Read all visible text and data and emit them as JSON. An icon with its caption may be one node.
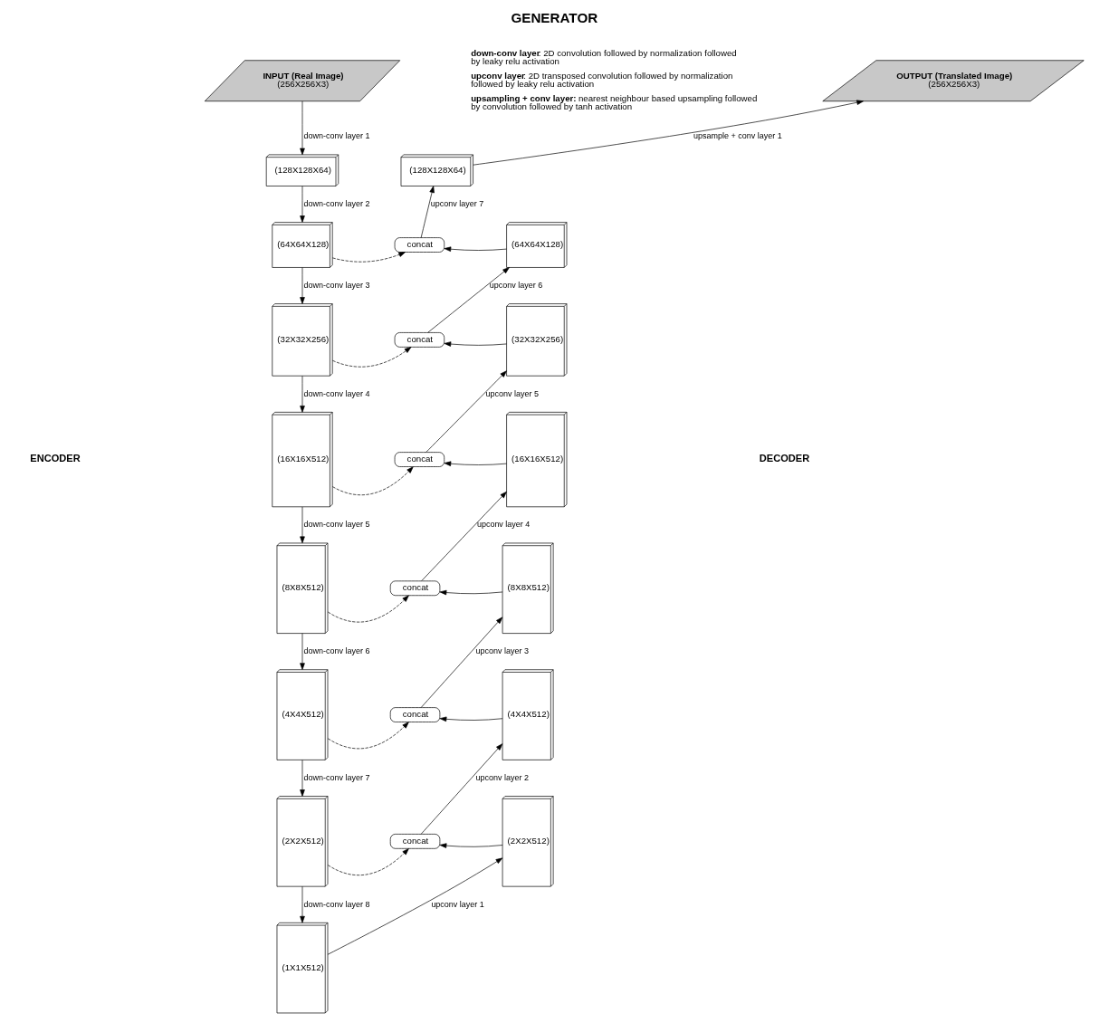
{
  "diagram": {
    "title": "GENERATOR",
    "nodes": [
      {
        "text": [
          "INPUT (Real Image)",
          "(256X256X3)"
        ]
      },
      {
        "text": [
          "(128X128X64)"
        ]
      },
      {
        "text": [
          "(64X64X128)"
        ]
      },
      {
        "text": [
          "(32X32X256)"
        ]
      },
      {
        "text": [
          "(16X16X512)"
        ]
      },
      {
        "text": [
          "(8X8X512)"
        ]
      },
      {
        "text": [
          "(4X4X512)"
        ]
      },
      {
        "text": [
          "(2X2X512)"
        ]
      },
      {
        "text": [
          "(1X1X512)"
        ]
      },
      {
        "text": [
          "(2X2X512)"
        ]
      },
      {
        "text": [
          "concat"
        ]
      },
      {
        "text": [
          "(4X4X512)"
        ]
      },
      {
        "text": [
          "concat"
        ]
      },
      {
        "text": [
          "(8X8X512)"
        ]
      },
      {
        "text": [
          "concat"
        ]
      },
      {
        "text": [
          "(16X16X512)"
        ]
      },
      {
        "text": [
          "concat"
        ]
      },
      {
        "text": [
          "(32X32X256)"
        ]
      },
      {
        "text": [
          "concat"
        ]
      },
      {
        "text": [
          "(64X64X128)"
        ]
      },
      {
        "text": [
          "concat"
        ]
      },
      {
        "text": [
          "(128X128X64)"
        ]
      },
      {
        "text": [
          "OUTPUT (Translated Image)",
          "(256X256X3)"
        ]
      }
    ],
    "edges": [
      {
        "from": 0,
        "to": 1,
        "arrow": "to",
        "label": "down-conv layer 1"
      },
      {
        "from": 1,
        "to": 2,
        "arrow": "to",
        "label": "down-conv layer 2"
      },
      {
        "from": 2,
        "to": 3,
        "arrow": "to",
        "label": "down-conv layer 3"
      },
      {
        "from": 3,
        "to": 4,
        "arrow": "to",
        "label": "down-conv layer 4"
      },
      {
        "from": 4,
        "to": 5,
        "arrow": "to",
        "label": "down-conv layer 5"
      },
      {
        "from": 5,
        "to": 6,
        "arrow": "to",
        "label": "down-conv layer 6"
      },
      {
        "from": 6,
        "to": 7,
        "arrow": "to",
        "label": "down-conv layer 7"
      },
      {
        "from": 7,
        "to": 8,
        "arrow": "to",
        "label": "down-conv layer 8"
      },
      {
        "from": 8,
        "to": 9,
        "arrow": "to",
        "label": "upconv layer 1"
      },
      {
        "from": 9,
        "to": 10,
        "arrow": "to"
      },
      {
        "from": 10,
        "to": 11,
        "arrow": "to",
        "label": "upconv layer 2"
      },
      {
        "from": 11,
        "to": 12,
        "arrow": "to"
      },
      {
        "from": 12,
        "to": 13,
        "arrow": "to",
        "label": "upconv layer 3"
      },
      {
        "from": 13,
        "to": 14,
        "arrow": "to"
      },
      {
        "from": 14,
        "to": 15,
        "arrow": "to",
        "label": "upconv layer 4"
      },
      {
        "from": 15,
        "to": 16,
        "arrow": "to"
      },
      {
        "from": 16,
        "to": 17,
        "arrow": "to",
        "label": "upconv layer 5"
      },
      {
        "from": 17,
        "to": 18,
        "arrow": "to"
      },
      {
        "from": 18,
        "to": 19,
        "arrow": "to",
        "label": "upconv layer 6"
      },
      {
        "from": 19,
        "to": 20,
        "arrow": "to"
      },
      {
        "from": 20,
        "to": 21,
        "arrow": "to",
        "label": "upconv layer 7"
      },
      {
        "from": 21,
        "to": 22,
        "arrow": "to",
        "label": "upsample + conv layer 1"
      },
      {
        "from": 7,
        "to": 10,
        "arrow": "to",
        "style": "dashed"
      },
      {
        "from": 6,
        "to": 12,
        "arrow": "to",
        "style": "dashed"
      },
      {
        "from": 5,
        "to": 14,
        "arrow": "to",
        "style": "dashed"
      },
      {
        "from": 4,
        "to": 16,
        "arrow": "to",
        "style": "dashed"
      },
      {
        "from": 3,
        "to": 18,
        "arrow": "to",
        "style": "dashed"
      },
      {
        "from": 2,
        "to": 20,
        "arrow": "to",
        "style": "dashed"
      }
    ],
    "labels": [
      "**down-conv layer**: 2D convolution followed by normalization followed by leaky relu activation",
      "**upconv layer**: 2D transposed convolution followed by normalization followed by leaky relu activation",
      "**upsampling + conv layer:** nearest neighbour based upsampling followed by convolution followed by tanh activation",
      "ENCODER",
      "DECODER"
    ]
  }
}
